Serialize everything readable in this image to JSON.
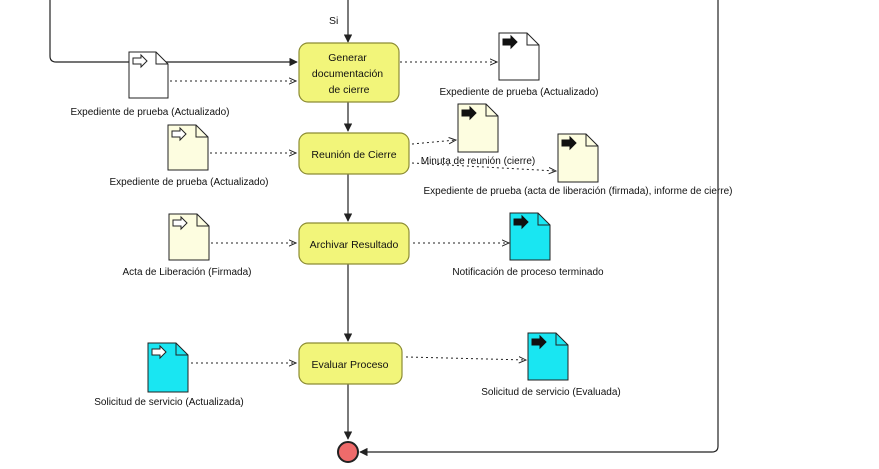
{
  "diagram": {
    "flow_labels": {
      "yes": "Si"
    },
    "tasks": {
      "generate": [
        "Generar",
        "documentación",
        "de cierre"
      ],
      "meeting": "Reunión de Cierre",
      "archive": "Archivar Resultado",
      "evaluate": "Evaluar Proceso"
    },
    "documents": {
      "in_generate": "Expediente de prueba (Actualizado)",
      "out_generate": "Expediente de prueba (Actualizado)",
      "in_meeting": "Expediente de prueba (Actualizado)",
      "out_meeting_minutes": "Minuta de reunión (cierre)",
      "out_meeting_file": "Expediente de prueba (acta de liberación (firmada), informe de cierre)",
      "in_archive": "Acta de Liberación (Firmada)",
      "out_archive": "Notificación de proceso terminado",
      "in_evaluate": "Solicitud de servicio (Actualizada)",
      "out_evaluate": "Solicitud de servicio (Evaluada)"
    },
    "colors": {
      "task_fill": "#f2f57a",
      "task_stroke": "#8c8c34",
      "doc_white": "#ffffff",
      "doc_cream": "#fdfde0",
      "doc_cyan": "#19e6f2",
      "end_event": "#ef6b6b",
      "line": "#222222"
    }
  }
}
